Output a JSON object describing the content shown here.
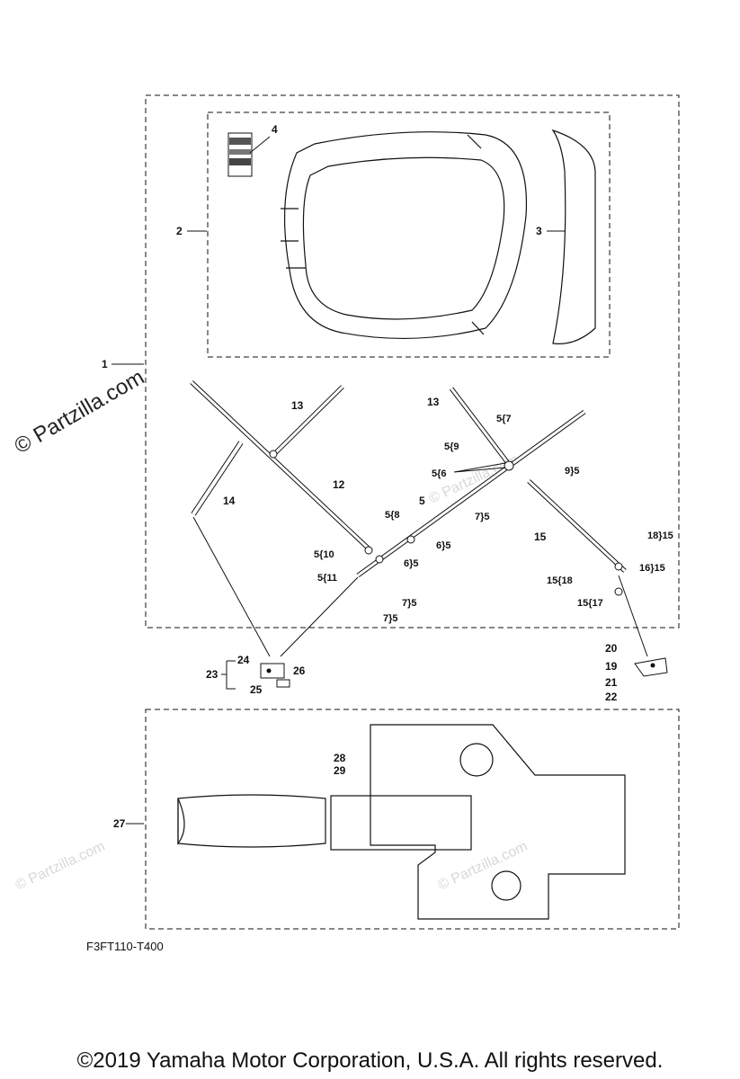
{
  "watermark": {
    "main": "© Partzilla.com",
    "faint": "© Partzilla.com"
  },
  "callouts": {
    "c1": "1",
    "c2": "2",
    "c3": "3",
    "c4": "4",
    "c5": "5",
    "c5_6": "5{6",
    "c5_7": "5{7",
    "c5_8": "5{8",
    "c5_9": "5{9",
    "c5_10": "5{10",
    "c5_11": "5{11",
    "c6_5a": "6}5",
    "c6_5b": "6}5",
    "c7_5a": "7}5",
    "c7_5b": "7}5",
    "c7_5c": "7}5",
    "c9_5": "9}5",
    "c12": "12",
    "c13a": "13",
    "c13b": "13",
    "c14": "14",
    "c15": "15",
    "c15_17": "15{17",
    "c15_18": "15{18",
    "c16_15": "16}15",
    "c18_15": "18}15",
    "c19": "19",
    "c20": "20",
    "c21": "21",
    "c22": "22",
    "c23": "23",
    "c24": "24",
    "c25": "25",
    "c26": "26",
    "c27": "27",
    "c28": "28",
    "c29": "29"
  },
  "diagram_code": "F3FT110-T400",
  "copyright": "©2019  Yamaha Motor Corporation, U.S.A. All rights reserved.",
  "colors": {
    "line": "#111111",
    "watermark": "#d8d8d8"
  }
}
